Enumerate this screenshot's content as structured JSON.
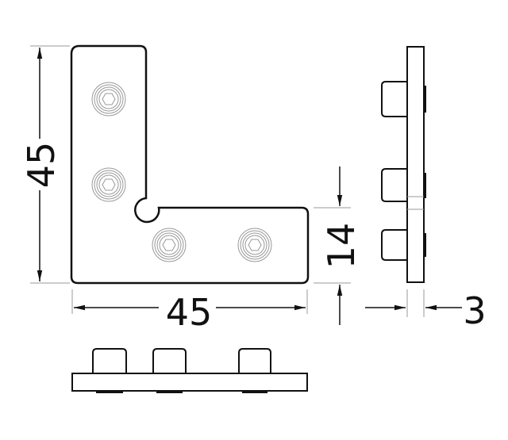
{
  "drawing": {
    "dimensions": {
      "height_label": "45",
      "width_label": "45",
      "offset_label": "14",
      "thickness_label": "3"
    },
    "colors": {
      "line": "#111111",
      "extension": "#999999",
      "background": "#ffffff"
    }
  }
}
